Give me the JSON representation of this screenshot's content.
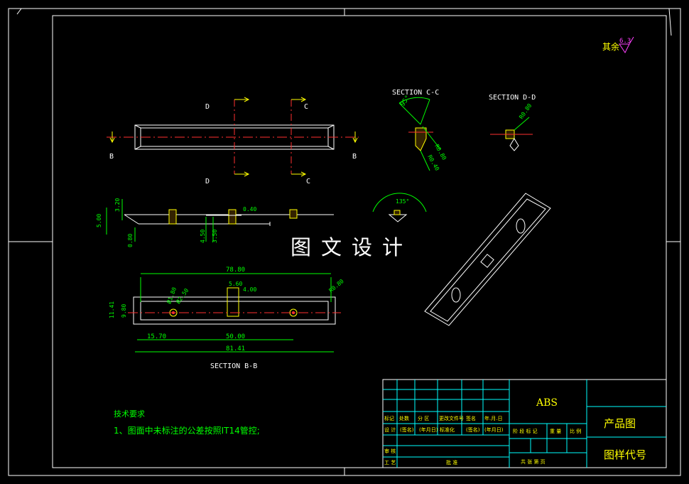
{
  "drawing": {
    "roughness_symbol": {
      "label": "其余",
      "value": "6.3"
    },
    "sections": {
      "c_title": "SECTION C-C",
      "d_title": "SECTION D-D",
      "b_title": "SECTION B-B"
    },
    "section_markers": {
      "d_top": "D",
      "d_bottom": "D",
      "c_top": "C",
      "c_bottom": "C",
      "b_left": "B",
      "b_right": "B"
    },
    "dimensions": {
      "cc_angle": "95°",
      "cc_r1": "R0.80",
      "cc_r2": "R0.40",
      "dd_r": "R0.80",
      "side_h1": "5.00",
      "side_h2": "3.20",
      "side_h3": "0.80",
      "side_t": "0.40",
      "side_h4": "4.50",
      "side_h5": "3.50",
      "angle_small": "135°",
      "top_len": "78.80",
      "top_r": "R0.80",
      "top_w1": "5.60",
      "top_w2": "4.00",
      "top_hole1": "Ø1.80",
      "top_hole2": "Ø2.50",
      "top_h1": "11.41",
      "top_h2": "9.80",
      "top_off": "15.70",
      "top_pitch": "50.00",
      "top_total": "81.41"
    },
    "watermark": "图文设计",
    "tech_requirements": {
      "title": "技术要求",
      "item1": "1、图面中未标注的公差按照IT14管控;"
    }
  },
  "title_block": {
    "material": "ABS",
    "product_type": "产品图",
    "drawing_code": "图样代号",
    "row_labels": [
      "标记",
      "处数",
      "分 区",
      "更改文件号",
      "签名",
      "年.月.日"
    ],
    "row2_labels": [
      "设 计",
      "(签名)",
      "(年月日)",
      "标准化",
      "(签名)",
      "(年月日)"
    ],
    "stage_labels": [
      "阶 段 标 记",
      "重 量",
      "比 例"
    ],
    "left_labels": [
      "审 核",
      "工 艺"
    ],
    "approve_label": "批 准",
    "sheet_labels": "共   张  第   页"
  },
  "colors": {
    "background": "#000000",
    "part_outline": "#ffffff",
    "dimension": "#00ff00",
    "center_line": "#ff3030",
    "hole": "#ffff00",
    "section_arrow": "#ffff00",
    "border": "#ffffff",
    "table_line": "#00ffff",
    "title_text": "#ffff00",
    "roughness": "#ff40ff"
  }
}
